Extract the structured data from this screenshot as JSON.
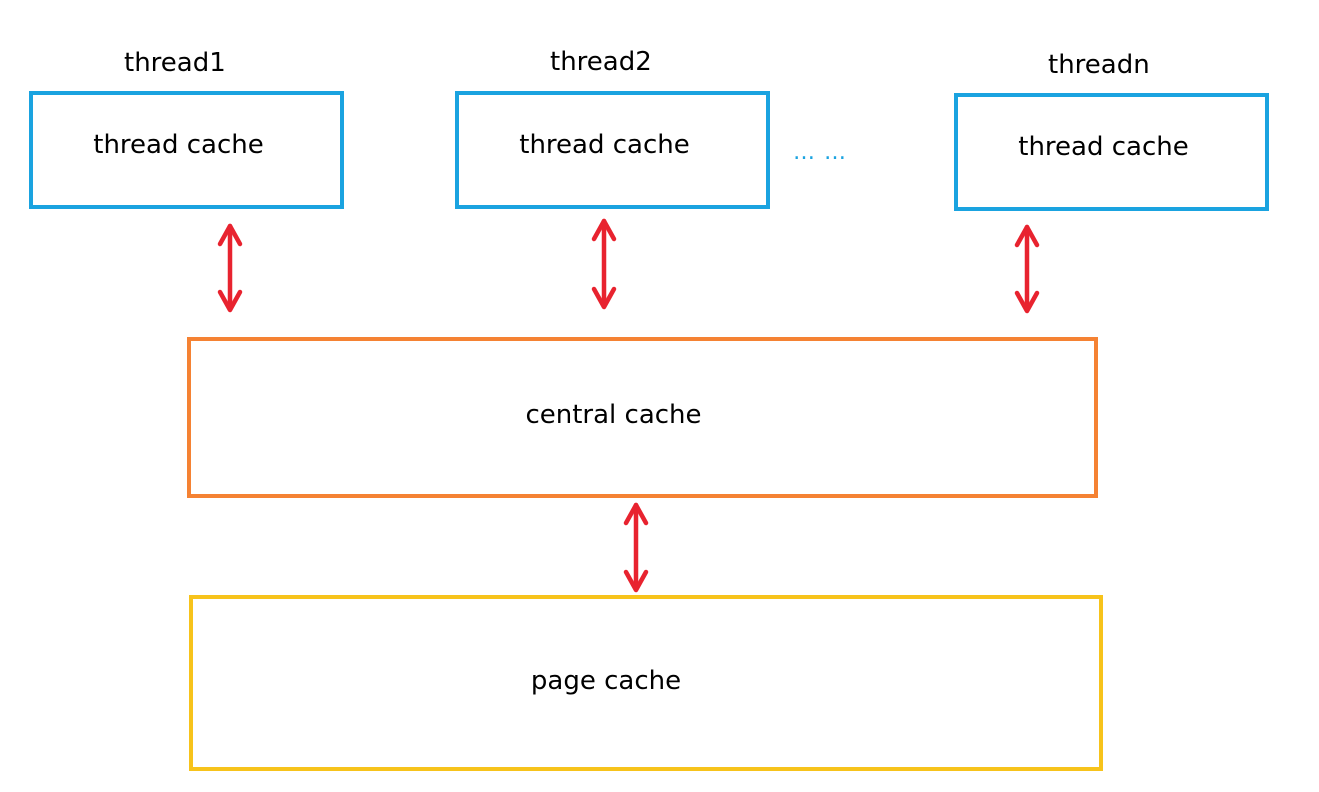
{
  "threads": [
    {
      "label": "thread1",
      "cache_label": "thread cache"
    },
    {
      "label": "thread2",
      "cache_label": "thread cache"
    },
    {
      "label": "threadn",
      "cache_label": "thread cache"
    }
  ],
  "ellipsis": "… …",
  "central_cache": {
    "label": "central cache"
  },
  "page_cache": {
    "label": "page cache"
  },
  "colors": {
    "thread_cache_border": "#1aa3e0",
    "central_cache_border": "#f58233",
    "page_cache_border": "#f7c31b",
    "arrow": "#e8232f",
    "ellipsis": "#1aa3e0"
  }
}
